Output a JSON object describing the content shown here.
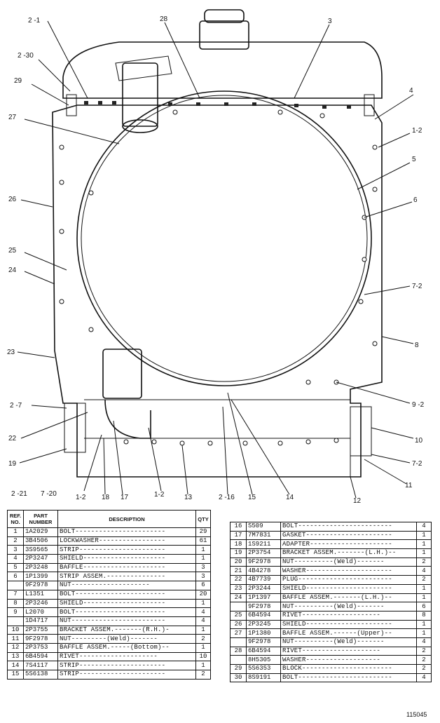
{
  "callouts": [
    "2 -1",
    "28",
    "3",
    "2 -30",
    "29",
    "4",
    "1-2",
    "27",
    "5",
    "26",
    "6",
    "25",
    "24",
    "7-2",
    "8",
    "23",
    "9 -2",
    "2 -7",
    "10",
    "22",
    "7-2",
    "19",
    "11",
    "2 -21",
    "7 -20",
    "1-2",
    "18",
    "17",
    "1-2",
    "13",
    "2 -16",
    "15",
    "14",
    "12"
  ],
  "table_headers": {
    "ref": "REF.\nNO.",
    "part": "PART\nNUMBER",
    "description": "DESCRIPTION",
    "qty": "QTY"
  },
  "left_table": [
    {
      "ref": "1",
      "part": "1A2029",
      "desc": "BOLT-----------------------",
      "qty": "29"
    },
    {
      "ref": "2",
      "part": "3B4506",
      "desc": "LOCKWASHER-----------------",
      "qty": "61"
    },
    {
      "ref": "3",
      "part": "3S9565",
      "desc": "STRIP----------------------",
      "qty": "1"
    },
    {
      "ref": "4",
      "part": "2P3247",
      "desc": "SHIELD---------------------",
      "qty": "1"
    },
    {
      "ref": "5",
      "part": "2P3248",
      "desc": "BAFFLE---------------------",
      "qty": "3"
    },
    {
      "ref": "6",
      "part": "1P1399",
      "desc": "STRIP ASSEM.---------------",
      "qty": "3"
    },
    {
      "ref": "",
      "part": "9F2978",
      "desc": "   NUT--------------------",
      "qty": "6"
    },
    {
      "ref": "7",
      "part": "L1351",
      "desc": "BOLT-----------------------",
      "qty": "20"
    },
    {
      "ref": "8",
      "part": "2P3246",
      "desc": "SHIELD---------------------",
      "qty": "1"
    },
    {
      "ref": "9",
      "part": "L2070",
      "desc": "BOLT-----------------------",
      "qty": "4"
    },
    {
      "ref": "",
      "part": "1D4717",
      "desc": "NUT------------------------",
      "qty": "4"
    },
    {
      "ref": "10",
      "part": "2P3755",
      "desc": "BRACKET ASSEM.-------(R.H.)-",
      "qty": "1"
    },
    {
      "ref": "11",
      "part": "9F2978",
      "desc": "   NUT---------(Weld)-------",
      "qty": "2"
    },
    {
      "ref": "12",
      "part": "2P3753",
      "desc": "BAFFLE ASSEM.-----(Bottom)--",
      "qty": "1"
    },
    {
      "ref": "13",
      "part": "6B4594",
      "desc": "   RIVET--------------------",
      "qty": "10"
    },
    {
      "ref": "14",
      "part": "7S4117",
      "desc": "STRIP----------------------",
      "qty": "1"
    },
    {
      "ref": "15",
      "part": "5S6138",
      "desc": "STRIP----------------------",
      "qty": "2"
    }
  ],
  "right_table": [
    {
      "ref": "16",
      "part": "S509",
      "desc": "BOLT------------------------",
      "qty": "4"
    },
    {
      "ref": "17",
      "part": "7M7831",
      "desc": "GASKET----------------------",
      "qty": "1"
    },
    {
      "ref": "18",
      "part": "1S9211",
      "desc": "ADAPTER---------------------",
      "qty": "1"
    },
    {
      "ref": "19",
      "part": "2P3754",
      "desc": "BRACKET ASSEM.-------(L.H.)--",
      "qty": "1"
    },
    {
      "ref": "20",
      "part": "9F2978",
      "desc": "   NUT----------(Weld)-------",
      "qty": "2"
    },
    {
      "ref": "21",
      "part": "4B4278",
      "desc": "WASHER----------------------",
      "qty": "4"
    },
    {
      "ref": "22",
      "part": "4B7739",
      "desc": "PLUG------------------------",
      "qty": "2"
    },
    {
      "ref": "23",
      "part": "2P3244",
      "desc": "SHIELD----------------------",
      "qty": "1"
    },
    {
      "ref": "24",
      "part": "1P1397",
      "desc": "BAFFLE ASSEM.-------(L.H.)--",
      "qty": "1"
    },
    {
      "ref": "",
      "part": "9F2978",
      "desc": "   NUT----------(Weld)-------",
      "qty": "6"
    },
    {
      "ref": "25",
      "part": "6B4594",
      "desc": "   RIVET--------------------",
      "qty": "8"
    },
    {
      "ref": "26",
      "part": "2P3245",
      "desc": "SHIELD----------------------",
      "qty": "1"
    },
    {
      "ref": "27",
      "part": "1P1380",
      "desc": "BAFFLE ASSEM.------(Upper)--",
      "qty": "1"
    },
    {
      "ref": "",
      "part": "9F2978",
      "desc": "   NUT----------(Weld)-------",
      "qty": "4"
    },
    {
      "ref": "28",
      "part": "6B4594",
      "desc": "   RIVET--------------------",
      "qty": "2"
    },
    {
      "ref": "",
      "part": "8H5305",
      "desc": "   WASHER-------------------",
      "qty": "2"
    },
    {
      "ref": "29",
      "part": "5S6353",
      "desc": "BLOCK-----------------------",
      "qty": "2"
    },
    {
      "ref": "30",
      "part": "8S9191",
      "desc": "BOLT------------------------",
      "qty": "4"
    }
  ],
  "figure_number": "115045"
}
